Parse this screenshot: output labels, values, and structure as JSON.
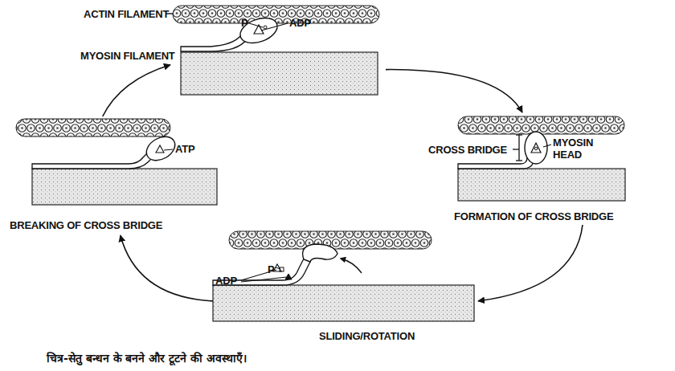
{
  "diagram": {
    "caption": "चित्र-सेतु बन्धन के बनने और टूटने की अवस्थाएँ।",
    "nodes": [
      {
        "text": [
          "P",
          "ADP"
        ]
      },
      {
        "text": [
          "CROSS BRIDGE",
          "MYOSIN HEAD",
          "FORMATION OF CROSS BRIDGE"
        ]
      },
      {
        "text": [
          "ADP",
          "P",
          "SLIDING/ROTATION"
        ]
      },
      {
        "text": [
          "ATP",
          "BREAKING OF CROSS BRIDGE"
        ]
      }
    ],
    "edges": [
      {
        "from": 0,
        "to": 1,
        "arrow": "to"
      },
      {
        "from": 1,
        "to": 2,
        "arrow": "to"
      },
      {
        "from": 2,
        "to": 3,
        "arrow": "to"
      },
      {
        "from": 3,
        "to": 0,
        "arrow": "to"
      }
    ],
    "labels": [
      "ACTIN FILAMENT",
      "MYOSIN FILAMENT"
    ]
  }
}
